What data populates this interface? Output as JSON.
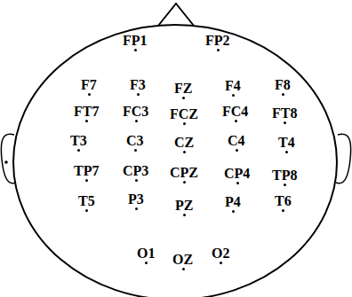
{
  "diagram": {
    "labels": [
      "FP1",
      "FP2",
      "F7",
      "F3",
      "FZ",
      "F4",
      "F8",
      "FT7",
      "FC3",
      "FCZ",
      "FC4",
      "FT8",
      "T3",
      "C3",
      "CZ",
      "C4",
      "T4",
      "TP7",
      "CP3",
      "CPZ",
      "CP4",
      "TP8",
      "T5",
      "P3",
      "PZ",
      "P4",
      "T6",
      "O1",
      "OZ",
      "O2"
    ]
  }
}
